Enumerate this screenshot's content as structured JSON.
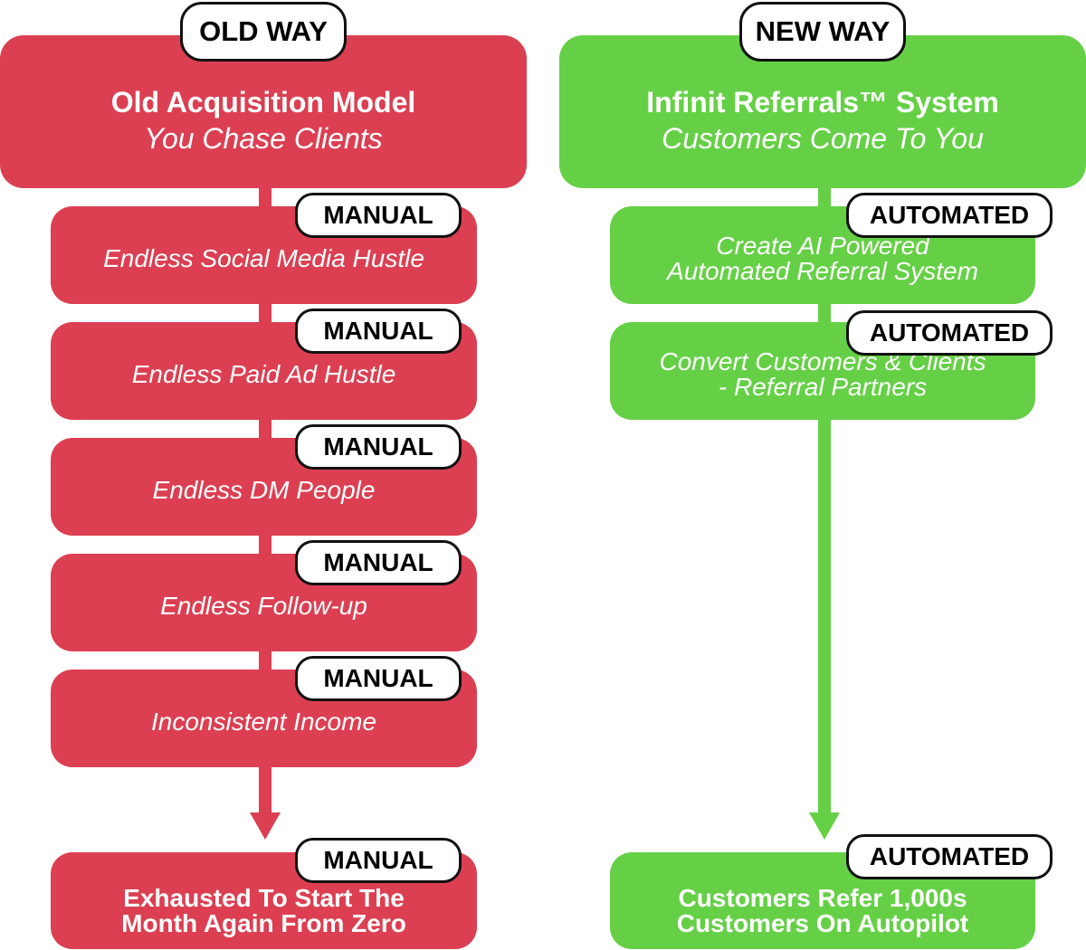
{
  "left": {
    "label": "OLD WAY",
    "title": "Old Acquisition Model",
    "subtitle": "You Chase Clients",
    "color": "#dc3f52",
    "steps": [
      {
        "tag": "MANUAL",
        "text": "Endless Social Media Hustle"
      },
      {
        "tag": "MANUAL",
        "text": "Endless Paid Ad Hustle"
      },
      {
        "tag": "MANUAL",
        "text": "Endless DM People"
      },
      {
        "tag": "MANUAL",
        "text": "Endless Follow-up"
      },
      {
        "tag": "MANUAL",
        "text": "Inconsistent Income"
      }
    ],
    "result": {
      "tag": "MANUAL",
      "text": "Exhausted To Start The\nMonth Again From Zero"
    }
  },
  "right": {
    "label": "NEW WAY",
    "title": "Infinit Referrals™ System",
    "subtitle": "Customers Come To You",
    "color": "#65d046",
    "steps": [
      {
        "tag": "AUTOMATED",
        "text": "Create AI Powered\nAutomated Referral System"
      },
      {
        "tag": "AUTOMATED",
        "text": "Convert Customers & Clients\n- Referral Partners"
      }
    ],
    "result": {
      "tag": "AUTOMATED",
      "text": "Customers Refer 1,000s\nCustomers On Autopilot"
    }
  }
}
